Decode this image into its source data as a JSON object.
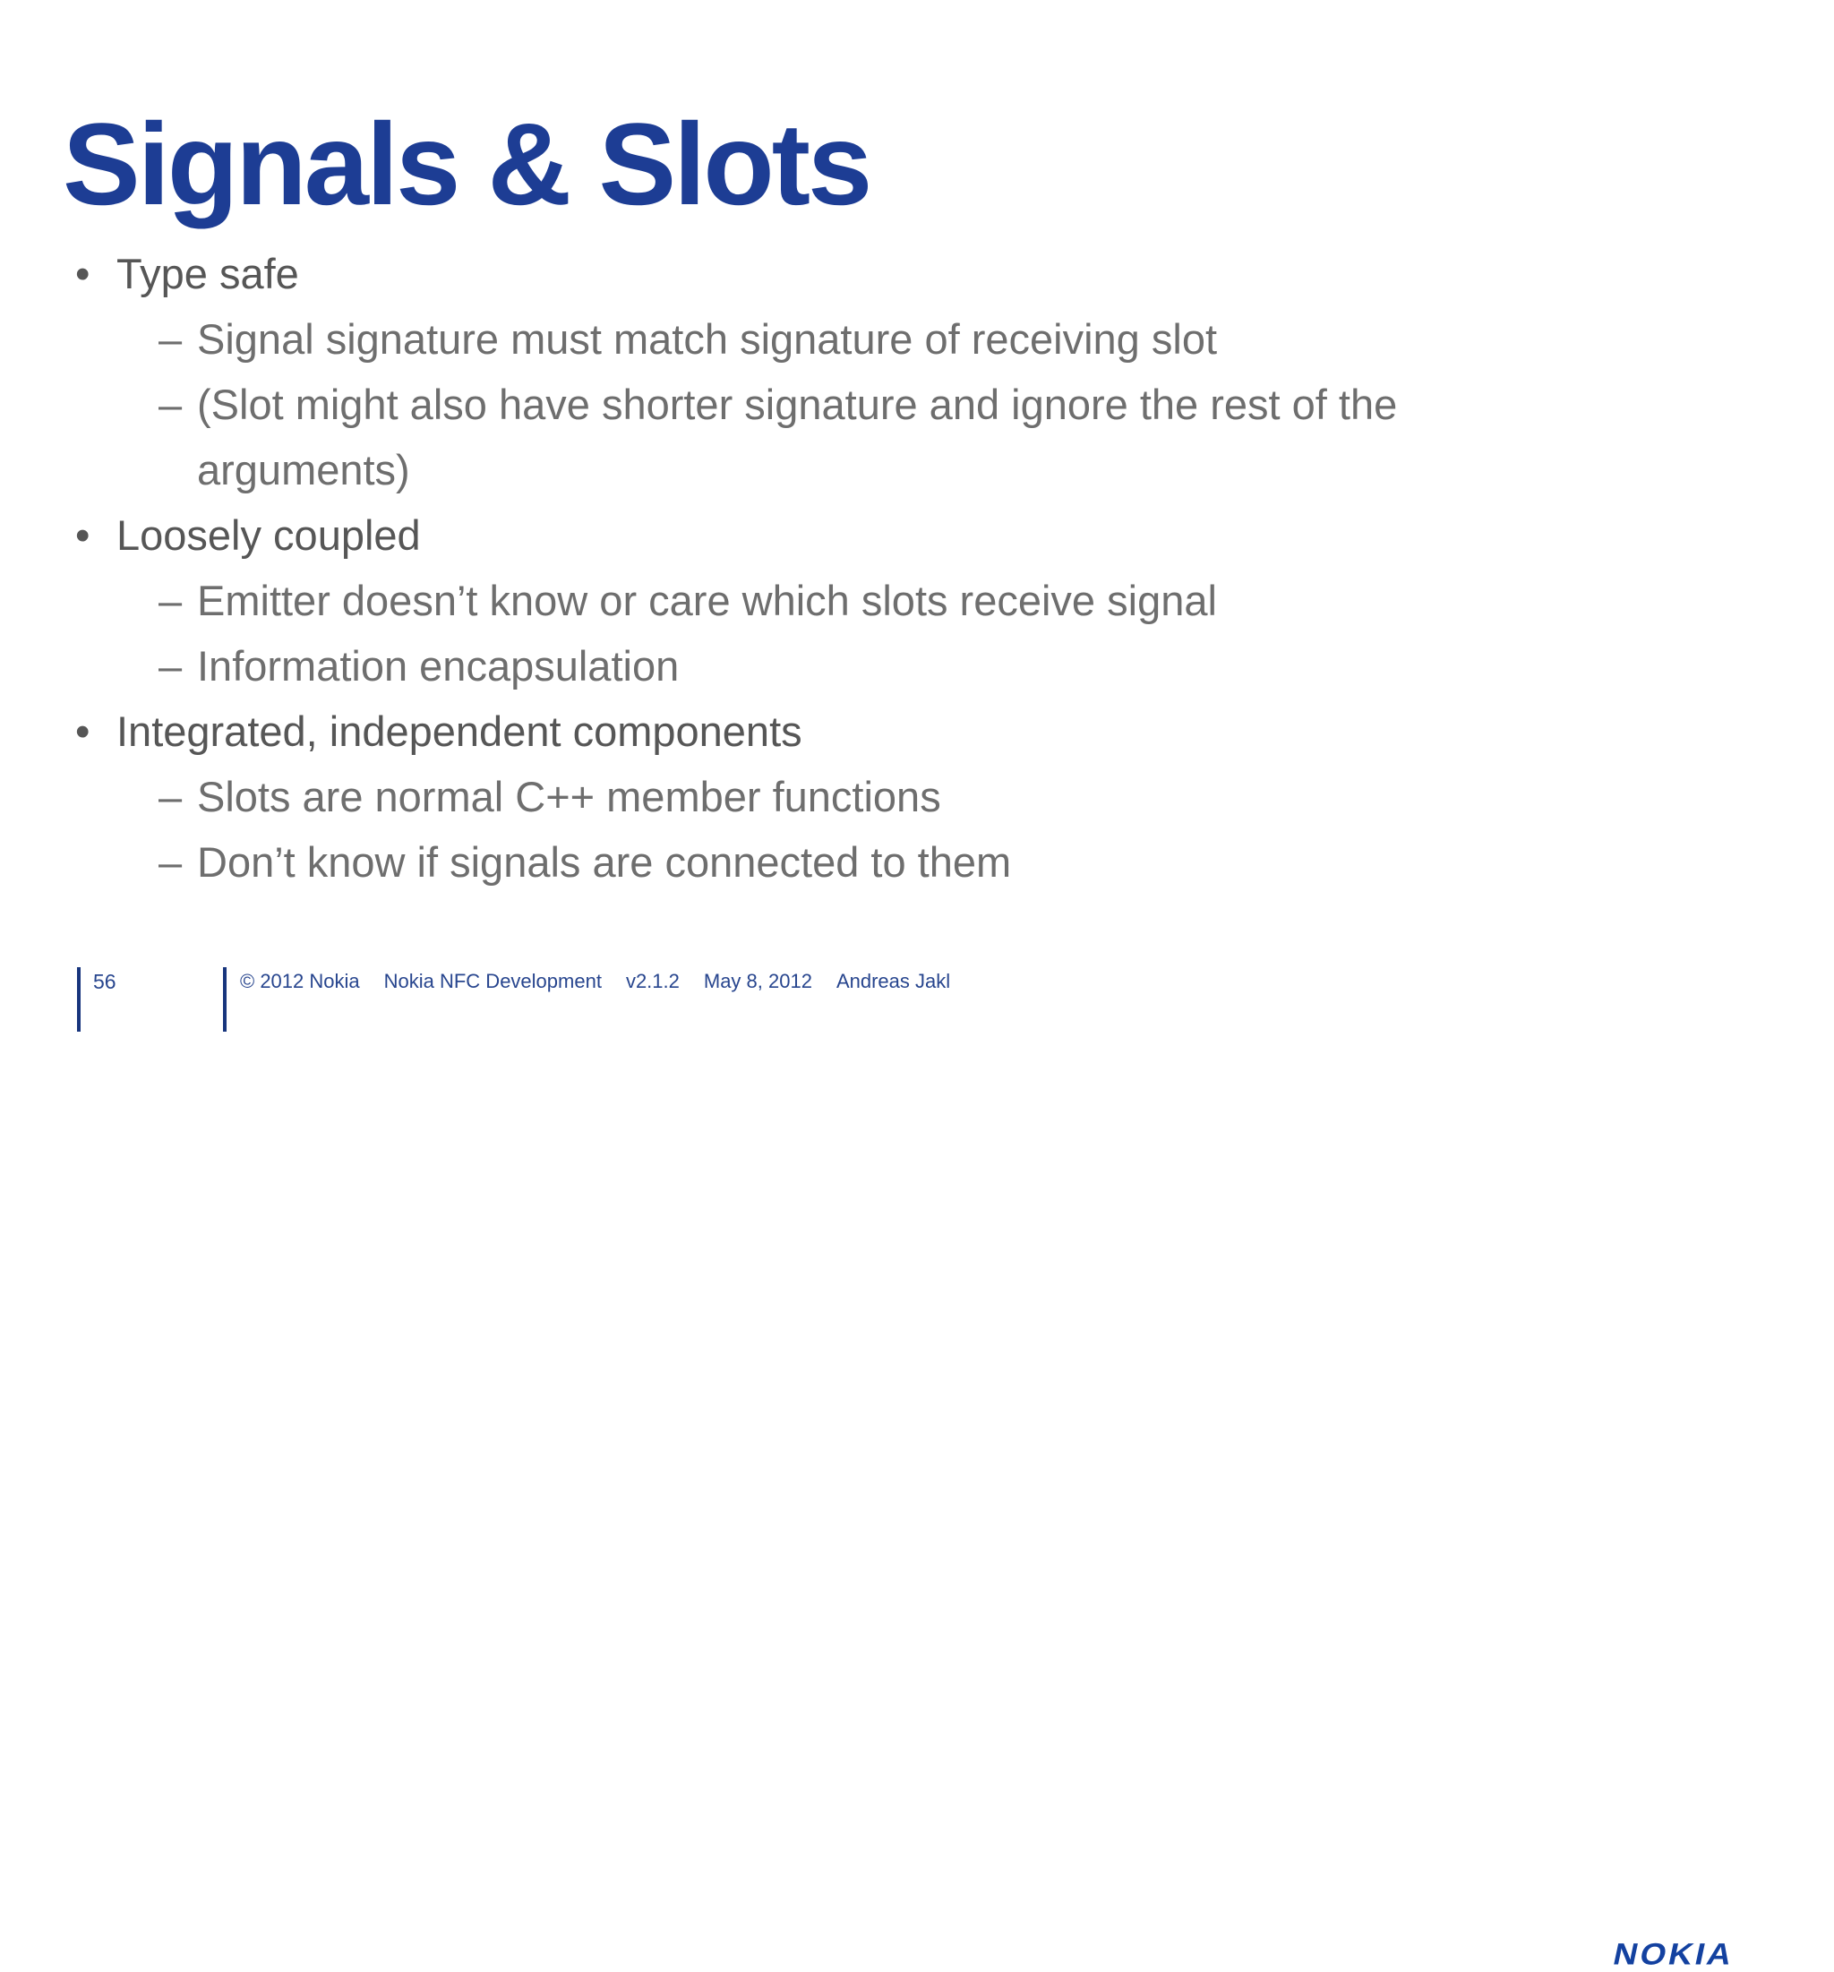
{
  "slide": {
    "title": "Signals & Slots",
    "bullets": [
      {
        "level": 1,
        "marker": "•",
        "lines": [
          "Type safe"
        ]
      },
      {
        "level": 2,
        "marker": "–",
        "lines": [
          "Signal signature must match signature of receiving slot"
        ]
      },
      {
        "level": 2,
        "marker": "–",
        "lines": [
          "(Slot might also have shorter signature and ignore the rest of the",
          "arguments)"
        ]
      },
      {
        "level": 1,
        "marker": "•",
        "lines": [
          "Loosely coupled"
        ]
      },
      {
        "level": 2,
        "marker": "–",
        "lines": [
          "Emitter doesn’t know or care which slots receive signal"
        ]
      },
      {
        "level": 2,
        "marker": "–",
        "lines": [
          "Information encapsulation"
        ]
      },
      {
        "level": 1,
        "marker": "•",
        "lines": [
          "Integrated, independent components"
        ]
      },
      {
        "level": 2,
        "marker": "–",
        "lines": [
          "Slots are normal C++ member functions"
        ]
      },
      {
        "level": 2,
        "marker": "–",
        "lines": [
          "Don’t know if signals are connected to them"
        ]
      }
    ],
    "footer": {
      "page_number": "56",
      "segments": [
        "© 2012 Nokia",
        "Nokia NFC Development",
        "v2.1.2",
        "May 8, 2012",
        "Andreas Jakl"
      ]
    },
    "logo_text": "NOKIA"
  },
  "colors": {
    "background": "#ffffff",
    "title": "#1d3d94",
    "bullet_level1": "#565656",
    "bullet_level2": "#6e6e6e",
    "footer_text": "#27458e",
    "footer_bar": "#17357d",
    "logo": "#1341a0"
  }
}
